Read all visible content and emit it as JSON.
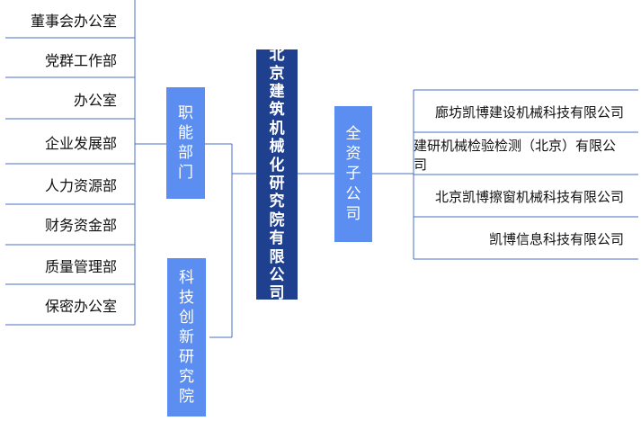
{
  "departments": [
    "董事会办公室",
    "党群工作部",
    "办公室",
    "企业发展部",
    "人力资源部",
    "财务资金部",
    "质量管理部",
    "保密办公室"
  ],
  "functional_departments": [
    "职",
    "能",
    "部",
    "门"
  ],
  "tech_institute": [
    "科",
    "技",
    "创",
    "新",
    "研",
    "究",
    "院"
  ],
  "company": [
    "北",
    "京",
    "建",
    "筑",
    "机",
    "械",
    "化",
    "研",
    "究",
    "院",
    "有",
    "限",
    "公",
    "司"
  ],
  "wholly_owned": [
    "全",
    "资",
    "子",
    "公",
    "司"
  ],
  "subsidiaries": [
    "廊坊凯博建设机械科技有限公司",
    "建研机械检验检测（北京）有限公司",
    "北京凯博擦窗机械科技有限公司",
    "凯博信息科技有限公司"
  ]
}
